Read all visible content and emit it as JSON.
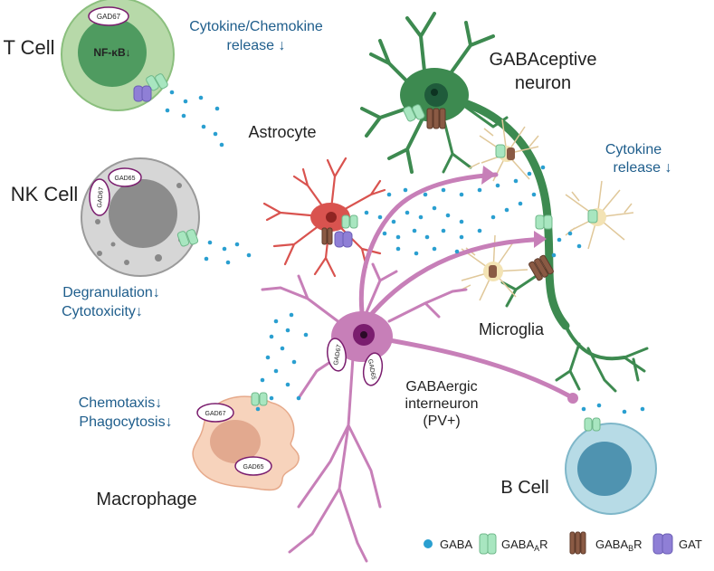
{
  "labels": {
    "t_cell": "T Cell",
    "nk_cell": "NK Cell",
    "macrophage": "Macrophage",
    "b_cell": "B Cell",
    "astrocyte": "Astrocyte",
    "microglia": "Microglia",
    "gabaceptive_1": "GABAceptive",
    "gabaceptive_2": "neuron",
    "interneuron_1": "GABAergic",
    "interneuron_2": "interneuron",
    "interneuron_3": "(PV+)"
  },
  "effects": {
    "t_cell_1": "Cytokine/Chemokine",
    "t_cell_2": "release ↓",
    "nk_1": "Degranulation↓",
    "nk_2": "Cytotoxicity↓",
    "mac_1": "Chemotaxis↓",
    "mac_2": "Phagocytosis↓",
    "microglia_1": "Cytokine",
    "microglia_2": "release ↓"
  },
  "markers": {
    "nfkb": "NF-κB↓",
    "gad67": "GAD67",
    "gad65": "GAD65"
  },
  "legend": {
    "gaba": "GABA",
    "gabaa": "GABA",
    "gabaa_sub": "A",
    "gabab": "GABA",
    "gabab_sub": "B",
    "r": "R",
    "gat": "GAT"
  },
  "colors": {
    "gaba_dot": "#2a9fd0",
    "gabaa_receptor": "#a8e6c0",
    "gabab_receptor": "#8a5a44",
    "gat": "#8f7fd6",
    "effect_text": "#1f5e8c",
    "neuron_green": "#3d8a50",
    "interneuron_pink": "#c77fb8",
    "astrocyte_red": "#d9534f"
  }
}
